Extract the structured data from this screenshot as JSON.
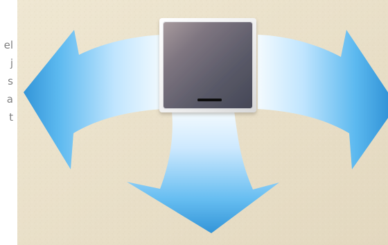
{
  "side_text": [
    "el",
    "j",
    "s",
    "a",
    "t"
  ],
  "illustration": {
    "background_color": "#e9dfc8",
    "arrow_color": "#2f93d8",
    "arrow_highlight": "#e8f5ff",
    "device_color": "#5a5a68",
    "device_frame_color": "#f1f1f1",
    "indicator_color": "#101010",
    "icons": [
      "left-arrow-icon",
      "right-arrow-icon",
      "down-arrow-icon",
      "wall-unit-icon"
    ]
  }
}
